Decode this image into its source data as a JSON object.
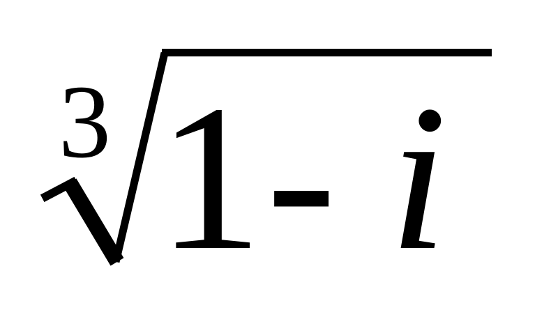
{
  "expression": {
    "index": "3",
    "radicand": {
      "constant": "1",
      "operator": "-",
      "variable": "i"
    }
  },
  "colors": {
    "ink": "#000000",
    "background": "#ffffff"
  }
}
